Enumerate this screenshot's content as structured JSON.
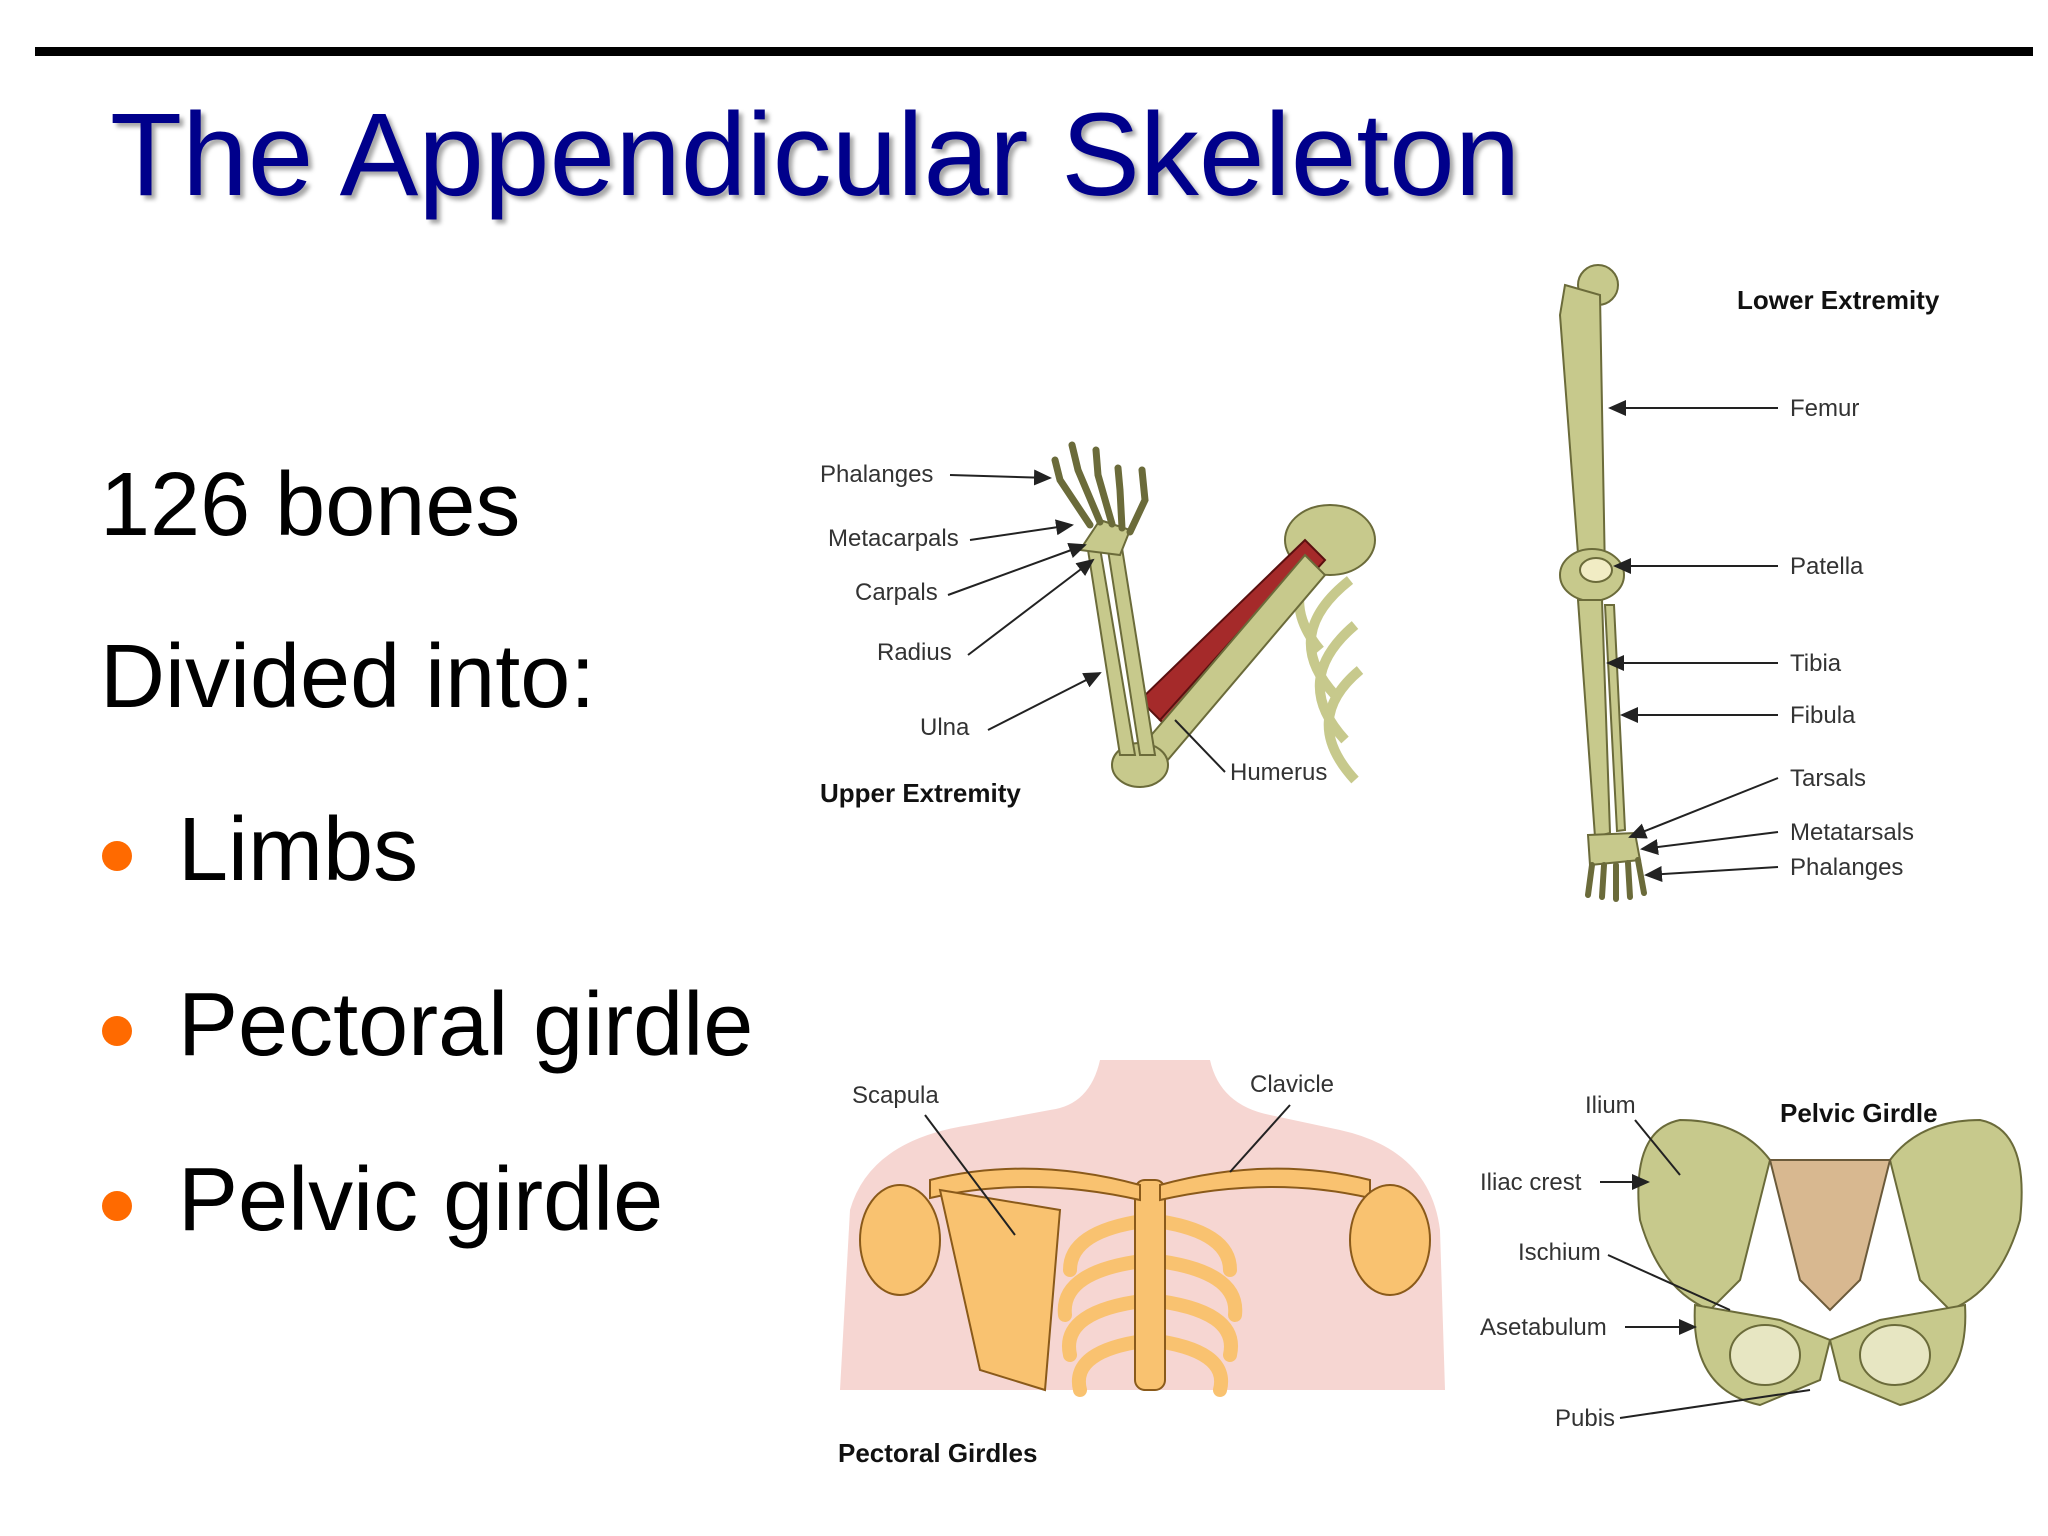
{
  "slide": {
    "title": "The Appendicular Skeleton",
    "lines": [
      "126 bones",
      "Divided into:"
    ],
    "bullets": [
      "Limbs",
      "Pectoral girdle",
      "Pelvic girdle"
    ],
    "colors": {
      "title": "#00008b",
      "bullet": "#ff6a00",
      "bone": "#c7c98c",
      "muscle": "#a52a2a",
      "pectoral_bone": "#f9c270",
      "skin": "#f6d6d2"
    }
  },
  "upper_extremity": {
    "caption": "Upper Extremity",
    "labels": {
      "phalanges": "Phalanges",
      "metacarpals": "Metacarpals",
      "carpals": "Carpals",
      "radius": "Radius",
      "ulna": "Ulna",
      "humerus": "Humerus"
    }
  },
  "lower_extremity": {
    "caption": "Lower Extremity",
    "labels": {
      "femur": "Femur",
      "patella": "Patella",
      "tibia": "Tibia",
      "fibula": "Fibula",
      "tarsals": "Tarsals",
      "metatarsals": "Metatarsals",
      "phalanges": "Phalanges"
    }
  },
  "pectoral": {
    "caption": "Pectoral Girdles",
    "labels": {
      "scapula": "Scapula",
      "clavicle": "Clavicle"
    }
  },
  "pelvic": {
    "caption": "Pelvic Girdle",
    "labels": {
      "ilium": "Ilium",
      "iliac_crest": "Iliac crest",
      "ischium": "Ischium",
      "asetabulum": "Asetabulum",
      "pubis": "Pubis"
    }
  }
}
